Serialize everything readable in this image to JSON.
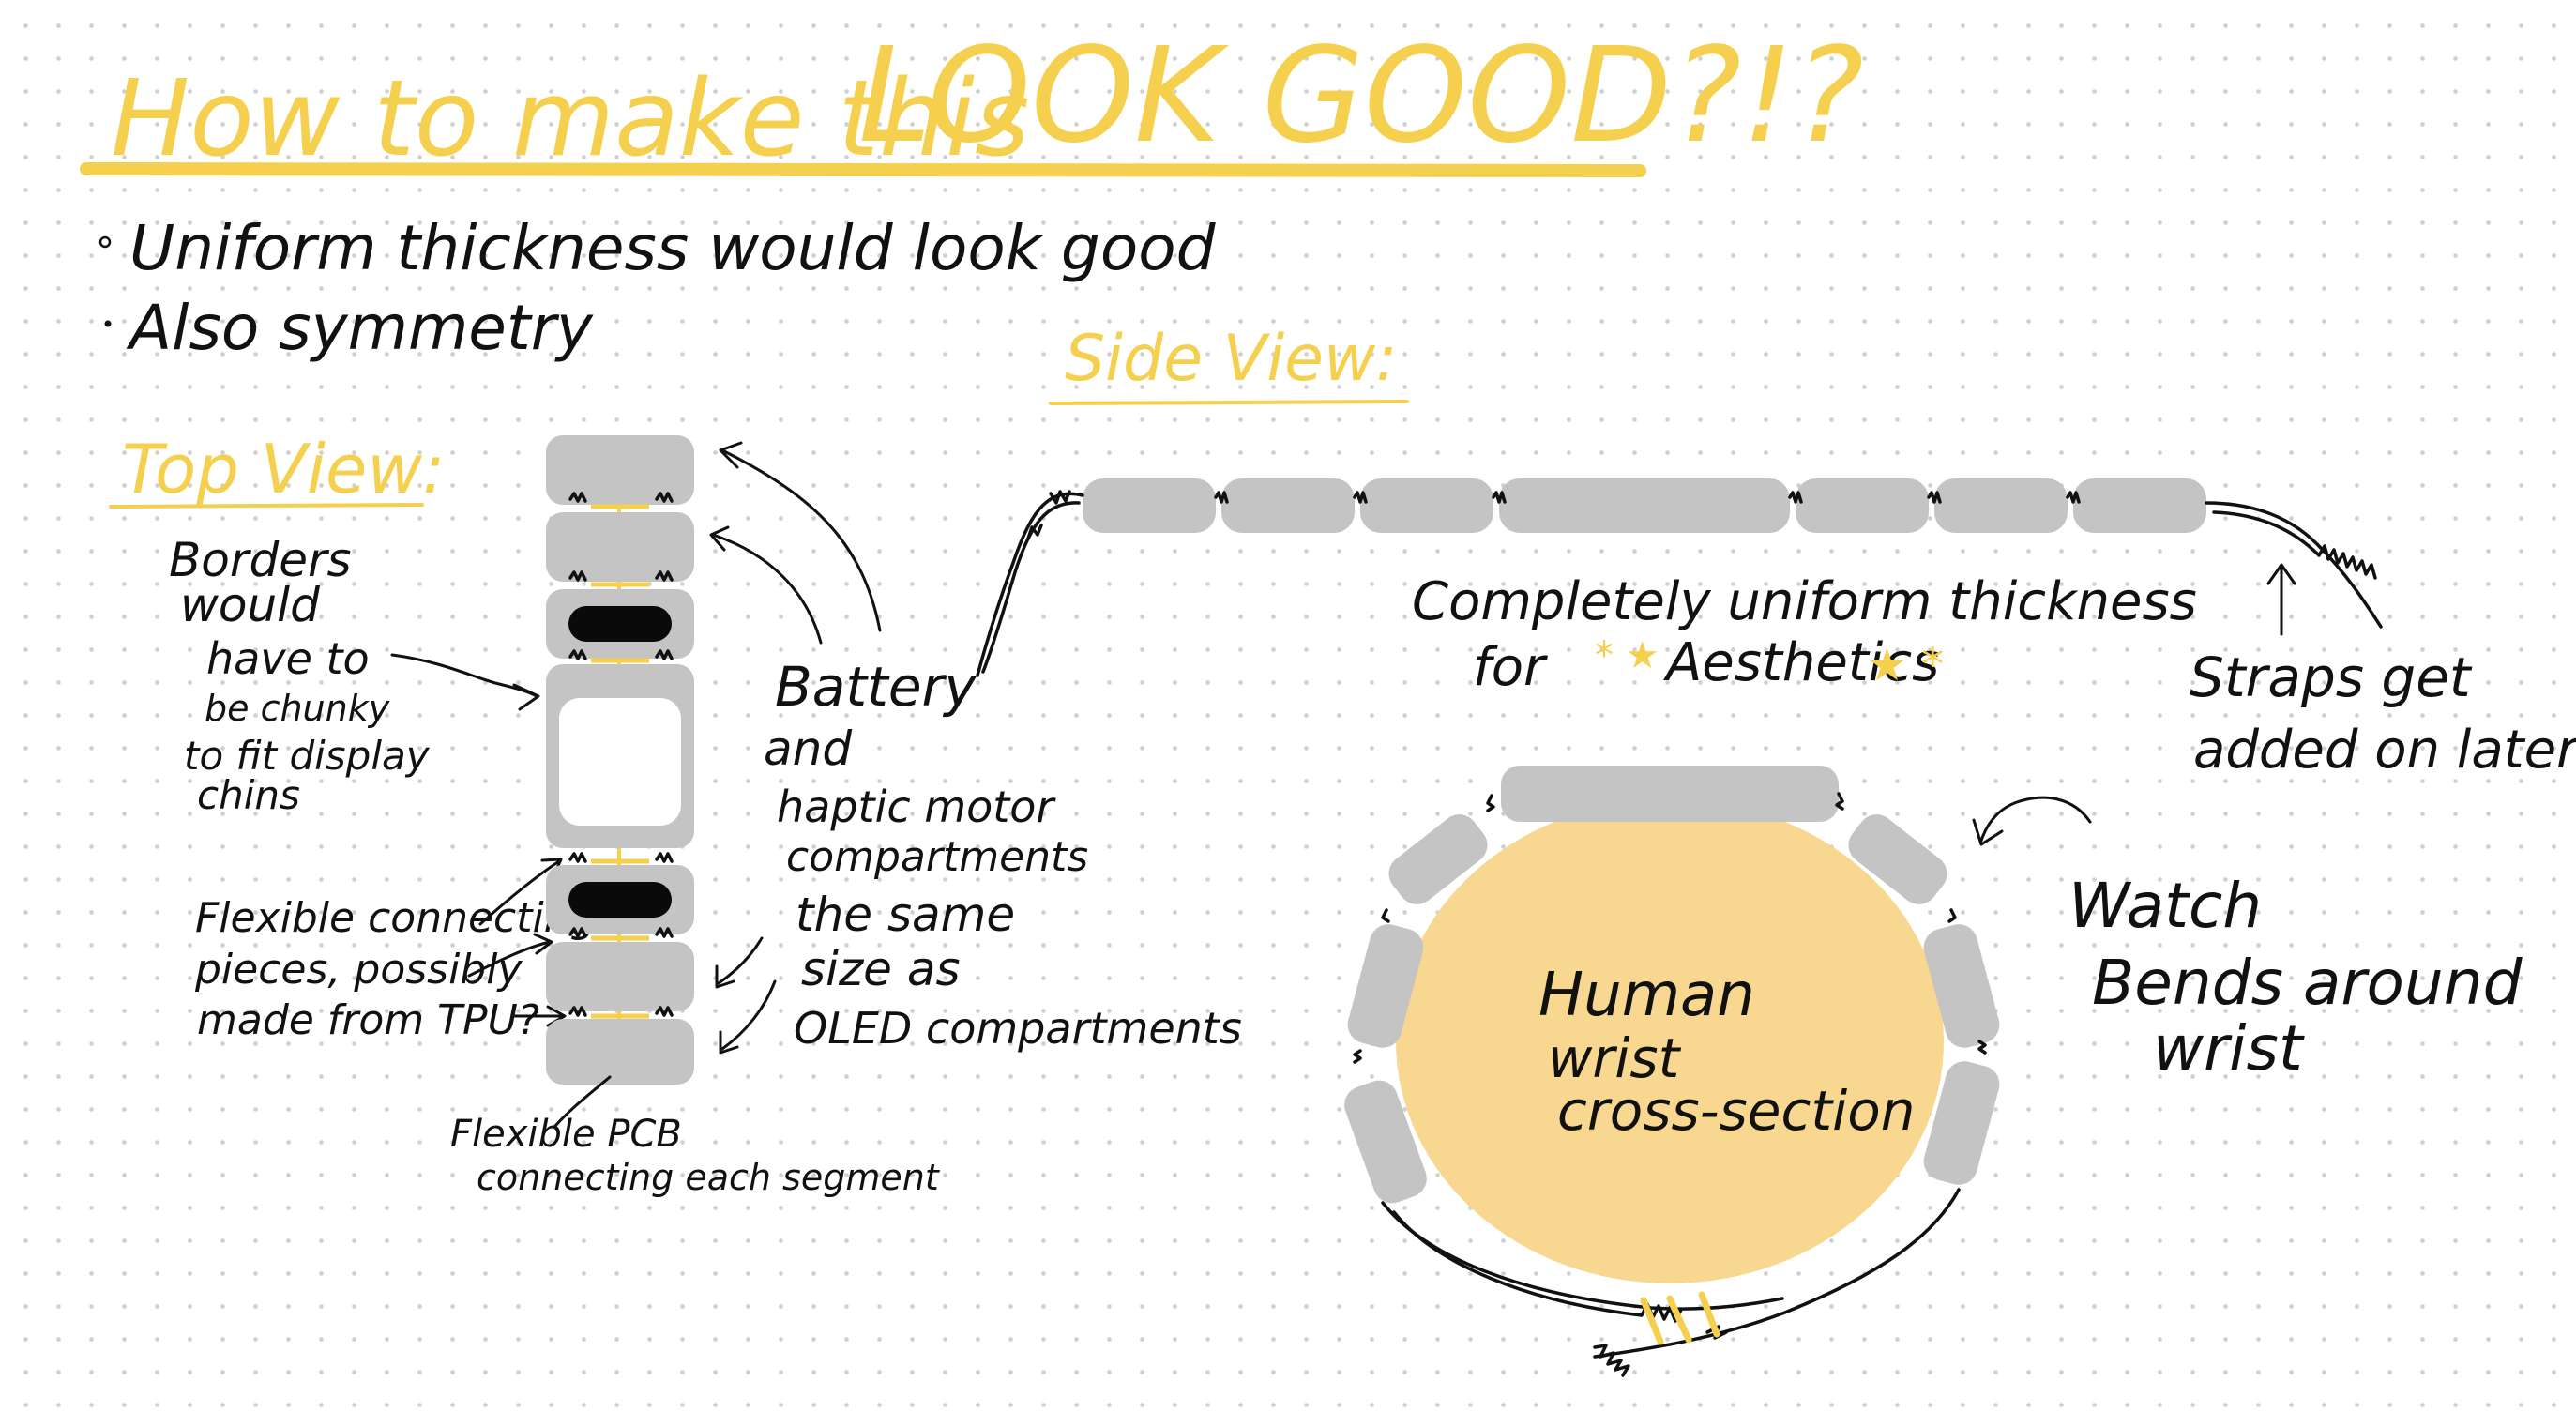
{
  "colors": {
    "accent_yellow": "#f5cf4e",
    "wrist_fill": "#f8d890",
    "segment_gray": "#c4c4c4",
    "ink": "#111111",
    "oled_black": "#0a0a0a",
    "display_white": "#ffffff"
  },
  "title": {
    "part1": "How to make this",
    "part2": "LOOK GOOD?!?"
  },
  "bullets": [
    "Uniform thickness would look good",
    "Also symmetry"
  ],
  "top_view": {
    "heading": "Top View:",
    "borders_note": [
      "Borders",
      "would",
      "have to",
      "be chunky",
      "to fit display",
      "chins"
    ],
    "flex_note": [
      "Flexible connecting",
      "pieces, possibly",
      "made from TPU?"
    ],
    "pcb_note": [
      "Flexible PCB",
      "connecting each segment"
    ],
    "battery_note": [
      "Battery",
      "and",
      "haptic motor",
      "compartments",
      "the same",
      "size as",
      "OLED compartments"
    ]
  },
  "side_view": {
    "heading": "Side View:",
    "uniform_note": {
      "line1": "Completely uniform thickness",
      "line2_prefix": "for",
      "emphasis": "Aesthetics"
    },
    "straps_note": [
      "Straps get",
      "added on later"
    ],
    "bends_note": [
      "Watch",
      "Bends around",
      "wrist"
    ],
    "wrist_label": [
      "Human",
      "wrist",
      "cross-section"
    ]
  }
}
